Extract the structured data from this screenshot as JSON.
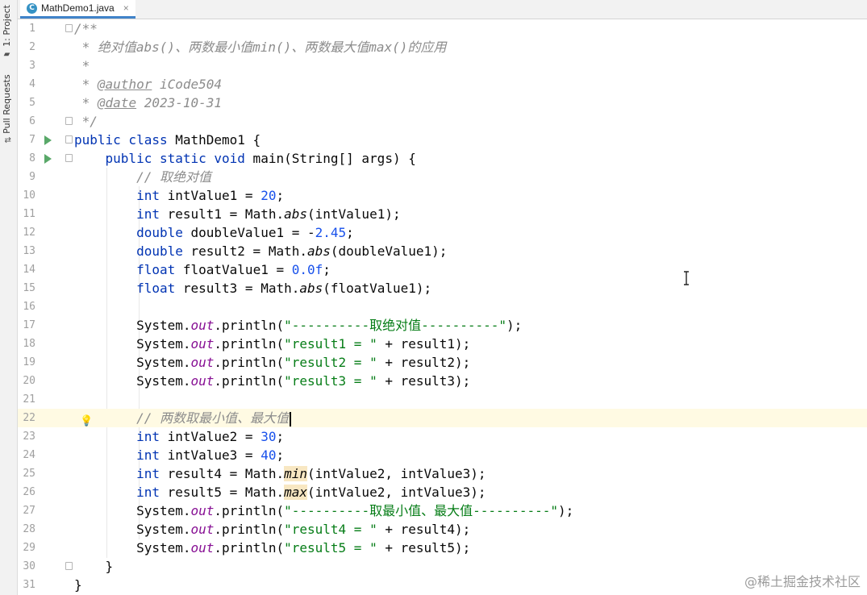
{
  "toolwindows": {
    "project_label": "1: Project",
    "pull_requests_label": "Pull Requests"
  },
  "tab": {
    "file_name": "MathDemo1.java",
    "close_glyph": "×",
    "icon_glyph": "C"
  },
  "editor": {
    "lines": [
      {
        "n": "1",
        "tokens": [
          {
            "t": "/**",
            "c": "doc"
          }
        ]
      },
      {
        "n": "2",
        "tokens": [
          {
            "t": " * 绝对值abs()、两数最小值min()、两数最大值max()的应用",
            "c": "doc"
          }
        ]
      },
      {
        "n": "3",
        "tokens": [
          {
            "t": " *",
            "c": "doc"
          }
        ]
      },
      {
        "n": "4",
        "tokens": [
          {
            "t": " * ",
            "c": "doc"
          },
          {
            "t": "@author",
            "c": "doctag"
          },
          {
            "t": " iCode504",
            "c": "doc"
          }
        ]
      },
      {
        "n": "5",
        "tokens": [
          {
            "t": " * ",
            "c": "doc"
          },
          {
            "t": "@date",
            "c": "doctag"
          },
          {
            "t": " 2023-10-31",
            "c": "doc"
          }
        ]
      },
      {
        "n": "6",
        "tokens": [
          {
            "t": " */",
            "c": "doc"
          }
        ]
      },
      {
        "n": "7",
        "tokens": [
          {
            "t": "public class",
            "c": "kw"
          },
          {
            "t": " MathDemo1 {",
            "c": ""
          }
        ]
      },
      {
        "n": "8",
        "tokens": [
          {
            "t": "    ",
            "c": ""
          },
          {
            "t": "public static void",
            "c": "kw"
          },
          {
            "t": " main(String[] args) {",
            "c": ""
          }
        ]
      },
      {
        "n": "9",
        "tokens": [
          {
            "t": "        ",
            "c": ""
          },
          {
            "t": "// 取绝对值",
            "c": "cmt"
          }
        ]
      },
      {
        "n": "10",
        "tokens": [
          {
            "t": "        ",
            "c": ""
          },
          {
            "t": "int",
            "c": "kw"
          },
          {
            "t": " intValue1 = ",
            "c": ""
          },
          {
            "t": "20",
            "c": "num"
          },
          {
            "t": ";",
            "c": ""
          }
        ]
      },
      {
        "n": "11",
        "tokens": [
          {
            "t": "        ",
            "c": ""
          },
          {
            "t": "int",
            "c": "kw"
          },
          {
            "t": " result1 = Math.",
            "c": ""
          },
          {
            "t": "abs",
            "c": "stm"
          },
          {
            "t": "(intValue1);",
            "c": ""
          }
        ]
      },
      {
        "n": "12",
        "tokens": [
          {
            "t": "        ",
            "c": ""
          },
          {
            "t": "double",
            "c": "kw"
          },
          {
            "t": " doubleValue1 = -",
            "c": ""
          },
          {
            "t": "2.45",
            "c": "num"
          },
          {
            "t": ";",
            "c": ""
          }
        ]
      },
      {
        "n": "13",
        "tokens": [
          {
            "t": "        ",
            "c": ""
          },
          {
            "t": "double",
            "c": "kw"
          },
          {
            "t": " result2 = Math.",
            "c": ""
          },
          {
            "t": "abs",
            "c": "stm"
          },
          {
            "t": "(doubleValue1);",
            "c": ""
          }
        ]
      },
      {
        "n": "14",
        "tokens": [
          {
            "t": "        ",
            "c": ""
          },
          {
            "t": "float",
            "c": "kw"
          },
          {
            "t": " floatValue1 = ",
            "c": ""
          },
          {
            "t": "0.0f",
            "c": "num"
          },
          {
            "t": ";",
            "c": ""
          }
        ]
      },
      {
        "n": "15",
        "tokens": [
          {
            "t": "        ",
            "c": ""
          },
          {
            "t": "float",
            "c": "kw"
          },
          {
            "t": " result3 = Math.",
            "c": ""
          },
          {
            "t": "abs",
            "c": "stm"
          },
          {
            "t": "(floatValue1);",
            "c": ""
          }
        ]
      },
      {
        "n": "16",
        "tokens": []
      },
      {
        "n": "17",
        "tokens": [
          {
            "t": "        System.",
            "c": ""
          },
          {
            "t": "out",
            "c": "fld"
          },
          {
            "t": ".println(",
            "c": ""
          },
          {
            "t": "\"----------取绝对值----------\"",
            "c": "str"
          },
          {
            "t": ");",
            "c": ""
          }
        ]
      },
      {
        "n": "18",
        "tokens": [
          {
            "t": "        System.",
            "c": ""
          },
          {
            "t": "out",
            "c": "fld"
          },
          {
            "t": ".println(",
            "c": ""
          },
          {
            "t": "\"result1 = \"",
            "c": "str"
          },
          {
            "t": " + result1);",
            "c": ""
          }
        ]
      },
      {
        "n": "19",
        "tokens": [
          {
            "t": "        System.",
            "c": ""
          },
          {
            "t": "out",
            "c": "fld"
          },
          {
            "t": ".println(",
            "c": ""
          },
          {
            "t": "\"result2 = \"",
            "c": "str"
          },
          {
            "t": " + result2);",
            "c": ""
          }
        ]
      },
      {
        "n": "20",
        "tokens": [
          {
            "t": "        System.",
            "c": ""
          },
          {
            "t": "out",
            "c": "fld"
          },
          {
            "t": ".println(",
            "c": ""
          },
          {
            "t": "\"result3 = \"",
            "c": "str"
          },
          {
            "t": " + result3);",
            "c": ""
          }
        ]
      },
      {
        "n": "21",
        "tokens": []
      },
      {
        "n": "22",
        "tokens": [
          {
            "t": "        ",
            "c": ""
          },
          {
            "t": "// 两数取最小值、最大值",
            "c": "cmt"
          }
        ],
        "current": true
      },
      {
        "n": "23",
        "tokens": [
          {
            "t": "        ",
            "c": ""
          },
          {
            "t": "int",
            "c": "kw"
          },
          {
            "t": " intValue2 = ",
            "c": ""
          },
          {
            "t": "30",
            "c": "num"
          },
          {
            "t": ";",
            "c": ""
          }
        ]
      },
      {
        "n": "24",
        "tokens": [
          {
            "t": "        ",
            "c": ""
          },
          {
            "t": "int",
            "c": "kw"
          },
          {
            "t": " intValue3 = ",
            "c": ""
          },
          {
            "t": "40",
            "c": "num"
          },
          {
            "t": ";",
            "c": ""
          }
        ]
      },
      {
        "n": "25",
        "tokens": [
          {
            "t": "        ",
            "c": ""
          },
          {
            "t": "int",
            "c": "kw"
          },
          {
            "t": " result4 = Math.",
            "c": ""
          },
          {
            "t": "min",
            "c": "hl"
          },
          {
            "t": "(intValue2, intValue3);",
            "c": ""
          }
        ]
      },
      {
        "n": "26",
        "tokens": [
          {
            "t": "        ",
            "c": ""
          },
          {
            "t": "int",
            "c": "kw"
          },
          {
            "t": " result5 = Math.",
            "c": ""
          },
          {
            "t": "max",
            "c": "hl"
          },
          {
            "t": "(intValue2, intValue3);",
            "c": ""
          }
        ]
      },
      {
        "n": "27",
        "tokens": [
          {
            "t": "        System.",
            "c": ""
          },
          {
            "t": "out",
            "c": "fld"
          },
          {
            "t": ".println(",
            "c": ""
          },
          {
            "t": "\"----------取最小值、最大值----------\"",
            "c": "str"
          },
          {
            "t": ");",
            "c": ""
          }
        ]
      },
      {
        "n": "28",
        "tokens": [
          {
            "t": "        System.",
            "c": ""
          },
          {
            "t": "out",
            "c": "fld"
          },
          {
            "t": ".println(",
            "c": ""
          },
          {
            "t": "\"result4 = \"",
            "c": "str"
          },
          {
            "t": " + result4);",
            "c": ""
          }
        ]
      },
      {
        "n": "29",
        "tokens": [
          {
            "t": "        System.",
            "c": ""
          },
          {
            "t": "out",
            "c": "fld"
          },
          {
            "t": ".println(",
            "c": ""
          },
          {
            "t": "\"result5 = \"",
            "c": "str"
          },
          {
            "t": " + result5);",
            "c": ""
          }
        ]
      },
      {
        "n": "30",
        "tokens": [
          {
            "t": "    }",
            "c": ""
          }
        ]
      },
      {
        "n": "31",
        "tokens": [
          {
            "t": "}",
            "c": ""
          }
        ]
      }
    ]
  },
  "watermark": "@稀土掘金技术社区",
  "colors": {
    "keyword": "#0033b3",
    "string": "#067d17",
    "number": "#1750eb",
    "comment": "#8c8c8c",
    "field": "#871094",
    "current_line": "#fffae3",
    "tab_underline": "#4083c9"
  }
}
